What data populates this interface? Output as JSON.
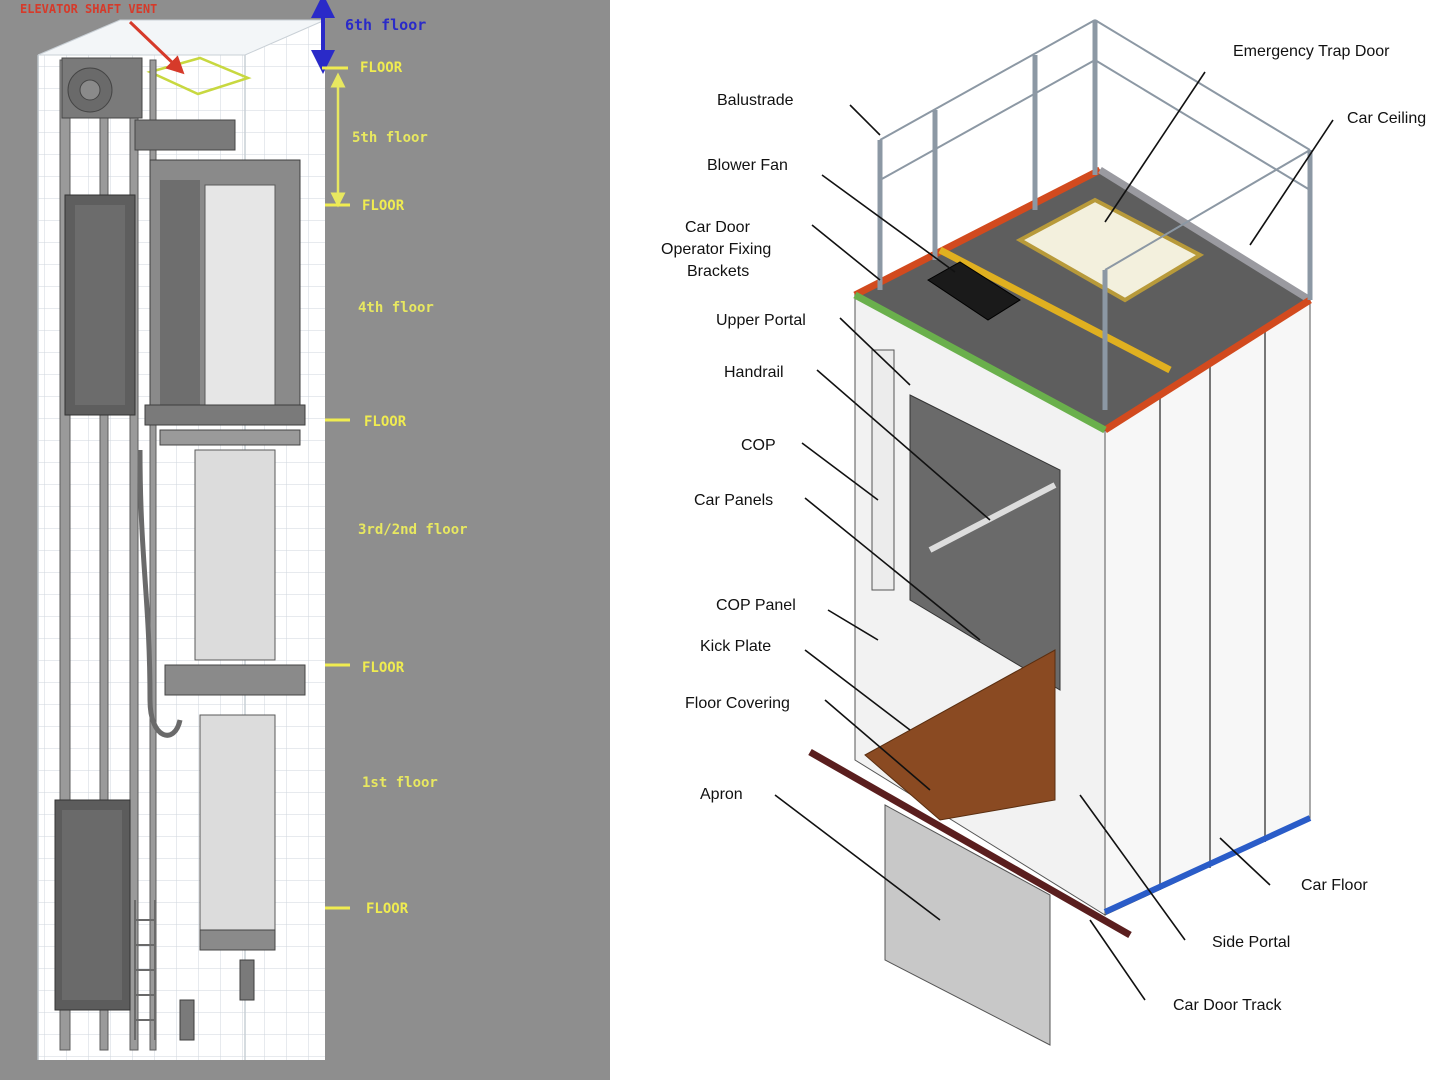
{
  "left_diagram": {
    "vent_label": "ELEVATOR SHAFT VENT",
    "floors": [
      {
        "label": "6th floor"
      },
      {
        "label": "5th floor"
      },
      {
        "label": "4th floor"
      },
      {
        "label": "3rd/2nd floor"
      },
      {
        "label": "1st floor"
      }
    ],
    "floor_markers": [
      "FLOOR",
      "FLOOR",
      "FLOOR",
      "FLOOR",
      "FLOOR"
    ],
    "colors": {
      "vent": "#d63a2a",
      "sixth_floor": "#2a2ac8",
      "floor_marker": "#f0ec50",
      "background": "#8e8e8e"
    }
  },
  "right_diagram": {
    "callouts": {
      "emergency_trap_door": "Emergency Trap Door",
      "balustrade": "Balustrade",
      "car_ceiling": "Car Ceiling",
      "blower_fan": "Blower Fan",
      "car_door_1": "Car Door",
      "car_door_2": "Operator Fixing",
      "car_door_3": "Brackets",
      "upper_portal": "Upper Portal",
      "handrail": "Handrail",
      "cop": "COP",
      "car_panels": "Car Panels",
      "cop_panel": "COP Panel",
      "kick_plate": "Kick Plate",
      "floor_covering": "Floor Covering",
      "apron": "Apron",
      "car_floor": "Car Floor",
      "side_portal": "Side Portal",
      "car_door_track": "Car Door Track"
    },
    "colors": {
      "accent_red": "#d24a1e",
      "accent_yellow": "#e0b020",
      "accent_green": "#6ab04c",
      "accent_blue": "#2a5cc8",
      "floor_wood": "#8a4a22"
    }
  }
}
